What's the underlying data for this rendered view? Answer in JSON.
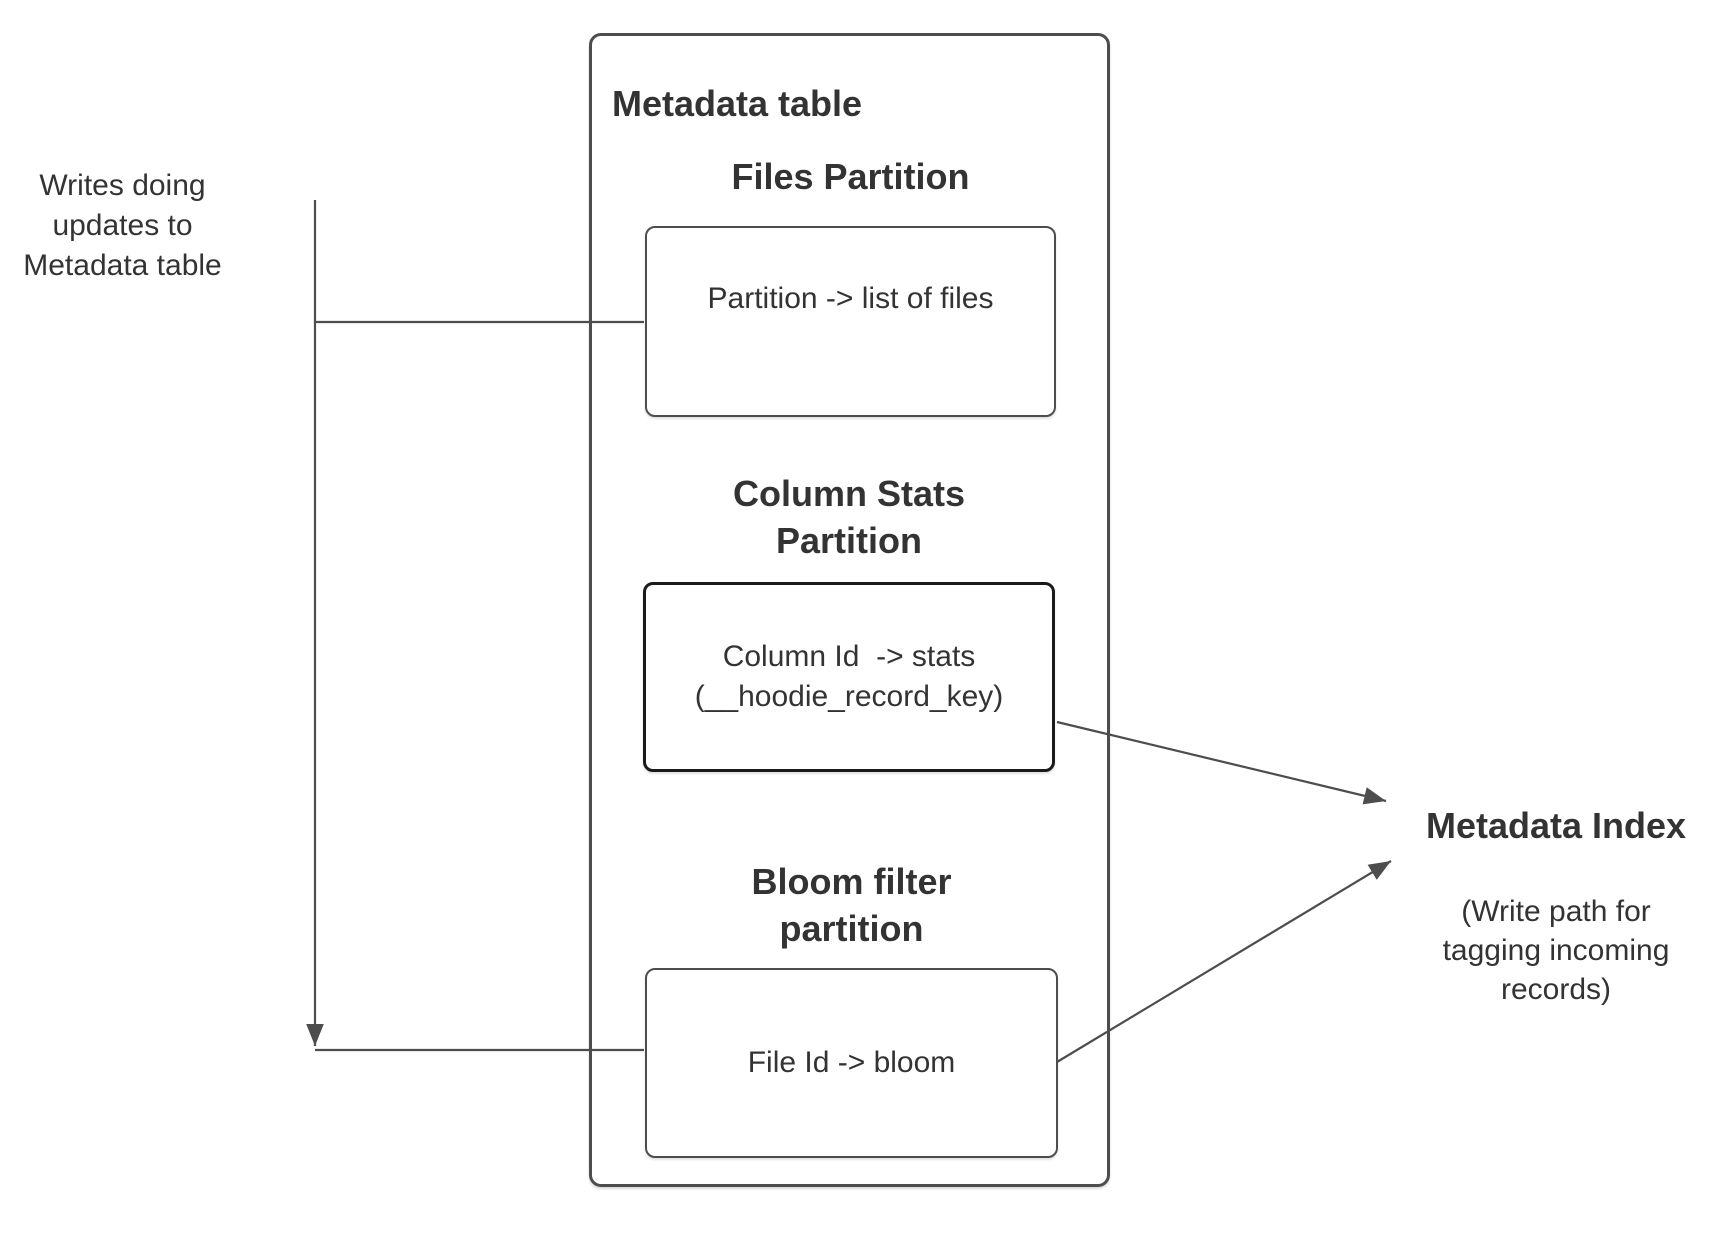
{
  "colors": {
    "line": "#4d4d4d",
    "emphasis_border": "#1a1a1a",
    "text": "#333333",
    "background": "#ffffff"
  },
  "annotations": {
    "writes_note": "Writes doing\nupdates to\nMetadata table"
  },
  "metadata_table": {
    "title": "Metadata table",
    "partitions": [
      {
        "heading": "Files Partition",
        "content": "Partition -> list of files"
      },
      {
        "heading": "Column Stats\nPartition",
        "content": "Column Id  -> stats\n(__hoodie_record_key)"
      },
      {
        "heading": "Bloom filter\npartition",
        "content": "File Id -> bloom"
      }
    ]
  },
  "metadata_index": {
    "title": "Metadata Index",
    "subtitle": "(Write path for\ntagging incoming\nrecords)"
  }
}
